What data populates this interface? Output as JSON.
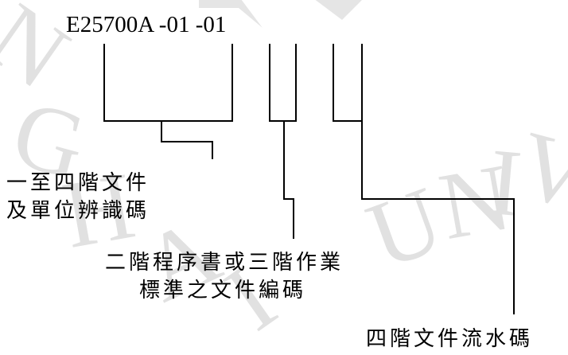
{
  "code": "E25700A -01 -01",
  "watermark": {
    "color": "#c8c8c8",
    "glyphs": [
      "N",
      "G",
      "H",
      "A",
      "I",
      "U",
      "N",
      "I",
      "V"
    ]
  },
  "labels": {
    "level14": [
      "一至四階文件",
      "及單位辨識碼"
    ],
    "level23": [
      "二階程序書或三階作業",
      "標準之文件編碼"
    ],
    "level4": [
      "四階文件流水碼"
    ]
  }
}
